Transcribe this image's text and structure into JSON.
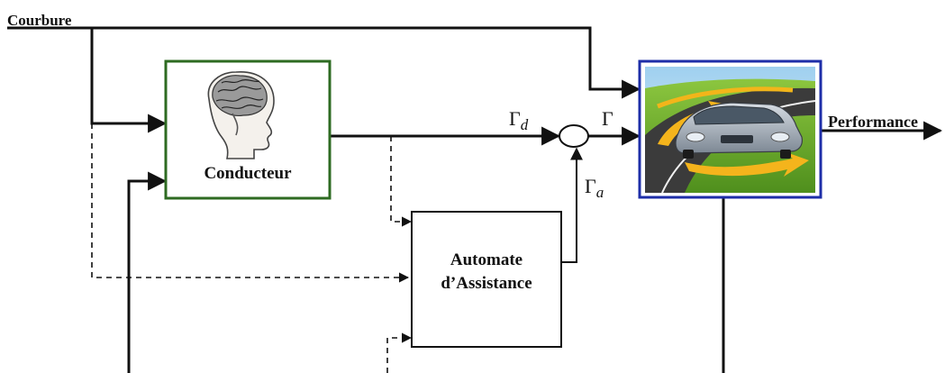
{
  "labels": {
    "courbure": "Courbure",
    "conducteur": "Conducteur",
    "automate_line1": "Automate",
    "automate_line2": "d’Assistance",
    "performance": "Performance"
  },
  "symbols": {
    "gamma": "Γ",
    "sub_d": "d",
    "sub_a": "a"
  },
  "colors": {
    "line": "#111111",
    "driver_box": "#2e6b22",
    "vehicle_box": "#1e2ea8",
    "assistance_box": "#111111"
  },
  "icons": {
    "driver": "brain-head-icon",
    "vehicle": "car-on-road-image"
  }
}
